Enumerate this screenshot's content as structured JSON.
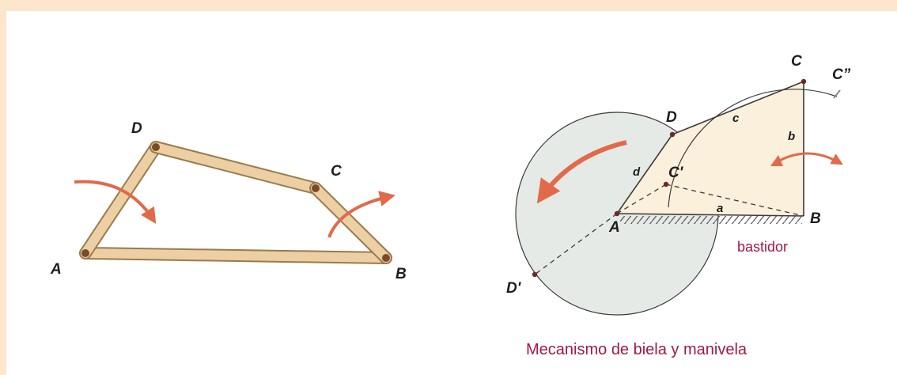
{
  "left_diagram": {
    "labels": {
      "A": "A",
      "B": "B",
      "C": "C",
      "D": "D"
    }
  },
  "right_diagram": {
    "labels": {
      "A": "A",
      "B": "B",
      "C": "C",
      "C_prime": "C'",
      "C_double_prime": "C”",
      "D": "D",
      "D_prime": "D'",
      "a": "a",
      "b": "b",
      "c": "c",
      "d": "d"
    },
    "frame_label": "bastidor",
    "caption": "Mecanismo de biela y manivela"
  },
  "colors": {
    "bar_fill": "#e8c99a",
    "bar_edge": "#9b7a4c",
    "pivot": "#7a4b2b",
    "arrow": "#e06a4a",
    "caption": "#a4164a",
    "circle_fill": "#e6eae6",
    "triangle_fill": "#fbf0dc"
  }
}
